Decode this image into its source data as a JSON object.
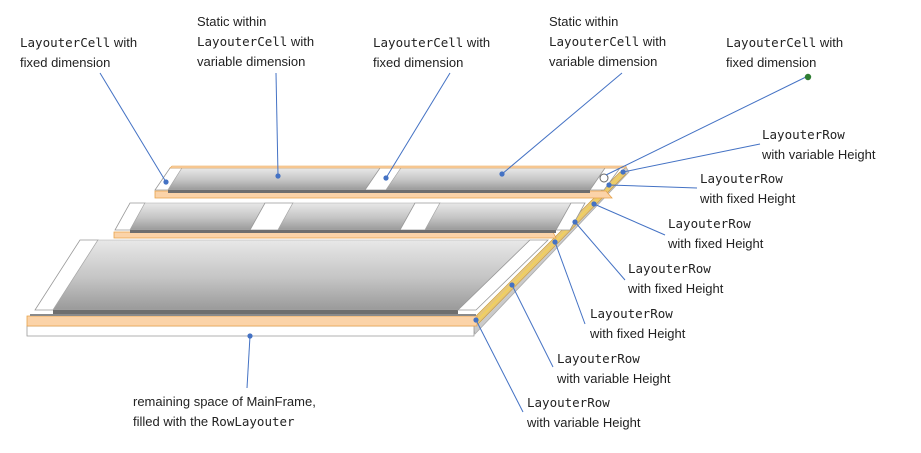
{
  "labels": {
    "cell_fixed_1": {
      "mono": "LayouterCell",
      "rest": " with",
      "line2": "fixed dimension"
    },
    "static_var_1": {
      "line1": "Static within",
      "mono": "LayouterCell",
      "rest": " with",
      "line3": "variable dimension"
    },
    "cell_fixed_2": {
      "mono": "LayouterCell",
      "rest": " with",
      "line2": "fixed dimension"
    },
    "static_var_2": {
      "line1": "Static within",
      "mono": "LayouterCell",
      "rest": " with",
      "line3": "variable dimension"
    },
    "cell_fixed_3": {
      "mono": "LayouterCell",
      "rest": " with",
      "line2": "fixed dimension"
    },
    "row_var_1": {
      "mono": "LayouterRow",
      "line2": "with variable Height"
    },
    "row_fixed_1": {
      "mono": "LayouterRow",
      "line2": "with fixed Height"
    },
    "row_fixed_2": {
      "mono": "LayouterRow",
      "line2": "with fixed Height"
    },
    "row_fixed_3": {
      "mono": "LayouterRow",
      "line2": "with fixed Height"
    },
    "row_fixed_4": {
      "mono": "LayouterRow",
      "line2": "with fixed Height"
    },
    "row_var_2": {
      "mono": "LayouterRow",
      "line2": "with variable Height"
    },
    "row_var_3": {
      "mono": "LayouterRow",
      "line2": "with variable Height"
    },
    "remaining": {
      "line1": "remaining space of MainFrame,",
      "pre": "filled with the ",
      "mono": "RowLayouter"
    }
  },
  "colors": {
    "leader_line": "#4472c4",
    "dot_blue": "#4472c4",
    "dot_green": "#2e7d32",
    "orange_fill": "#fbd3a8",
    "orange_edge": "#e7a24a",
    "yellow_side": "#f0d060",
    "gray_panel_light": "#eeeeee",
    "gray_panel_dark": "#9a9a9a"
  }
}
